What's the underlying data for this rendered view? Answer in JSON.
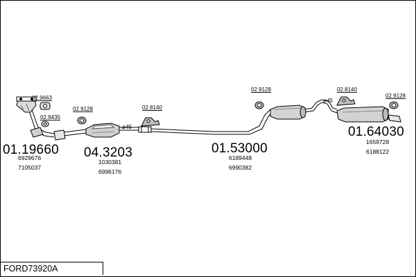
{
  "diagram": {
    "code": "FORD73920A",
    "parts": [
      {
        "id": "p1",
        "number": "01.19660",
        "refs": [
          "6929676",
          "7105037"
        ]
      },
      {
        "id": "p2",
        "number": "04.3203",
        "refs": [
          "1030381",
          "6996176"
        ]
      },
      {
        "id": "p3",
        "number": "01.53000",
        "refs": [
          "6189448",
          "6990382"
        ]
      },
      {
        "id": "p4",
        "number": "01.64030",
        "refs": [
          "1659728",
          "6188122"
        ]
      }
    ],
    "accessories": [
      {
        "id": "a1",
        "number": "02.9663"
      },
      {
        "id": "a2",
        "number": "02.9435"
      },
      {
        "id": "a3",
        "number": "02.9128"
      },
      {
        "id": "a4",
        "number": "02.8140"
      },
      {
        "id": "a5",
        "number": "02.9128"
      },
      {
        "id": "a6",
        "number": "02.8140"
      },
      {
        "id": "a7",
        "number": "02.9128"
      }
    ],
    "pipe_diameters": [
      "ø45",
      "ø45"
    ]
  }
}
